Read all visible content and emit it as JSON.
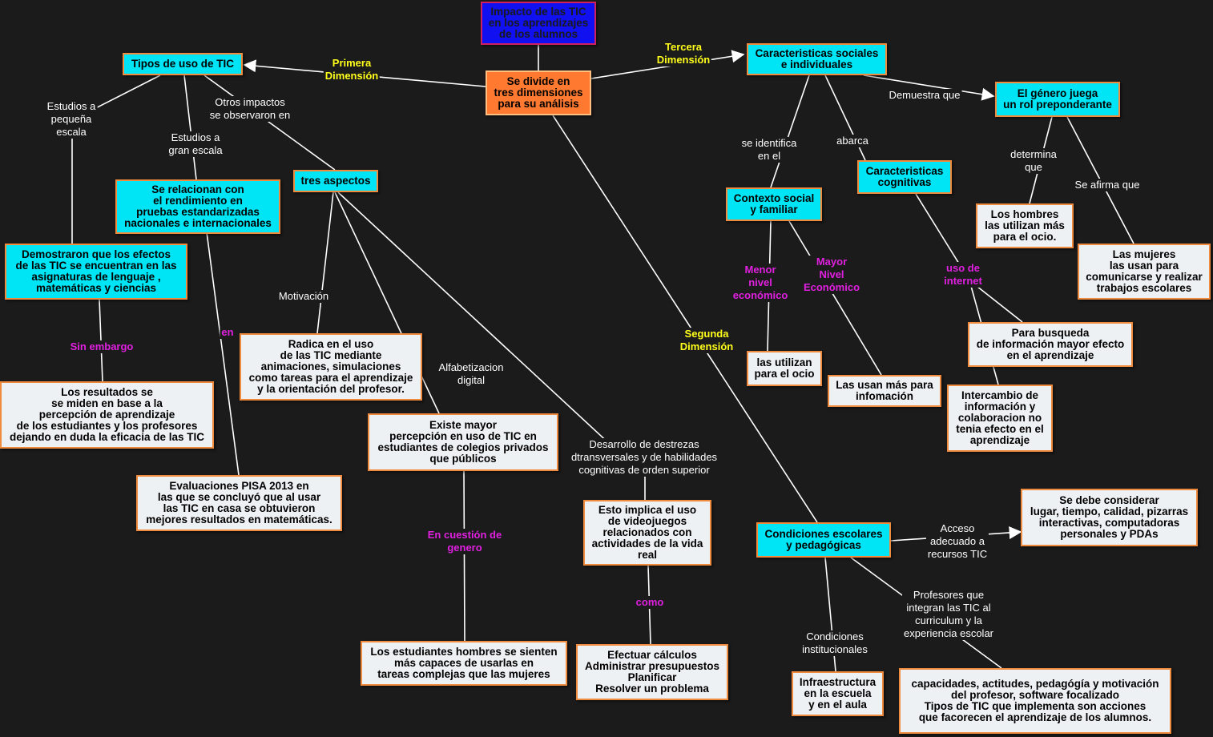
{
  "nodes": {
    "impacto": "Impacto de las TIC\nen los aprendizajes\nde los alumnos",
    "divide": "Se divide en\ntres dimensiones\npara su análisis",
    "tipos": "Tipos de uso de TIC",
    "caracteristicas": "Caracteristicas sociales\ne individuales",
    "genero": "El género juega\nun rol preponderante",
    "relacionan": "Se relacionan con\nel rendimiento en\npruebas estandarizadas\nnacionales e internacionales",
    "tres_aspectos": "tres aspectos",
    "demostraron": "Demostraron que  los efectos\nde las TIC se encuentran en las\nasignaturas de lenguaje ,\nmatemáticas y ciencias",
    "radica": "Radica en el uso\nde las TIC mediante\nanimaciones, simulaciones\ncomo tareas para el aprendizaje\ny la orientación del profesor.",
    "resultados": "Los resultados se\nse miden en base a la\npercepción de aprendizaje\nde los estudiantes y los profesores\ndejando en duda la eficacia de las TIC",
    "existe": "Existe mayor\npercepción en uso de TIC en\nestudiantes de colegios privados\nque públicos",
    "pisa": "Evaluaciones PISA 2013 en\nlas que se concluyó que al usar\nlas TIC en casa se obtuvieron\nmejores resultados en matemáticas.",
    "implica": "Esto implica el uso\nde videojuegos\nrelacionados con\nactividades de la vida\nreal",
    "hombres_sienten": "Los estudiantes hombres se sienten\nmás capaces de usarlas en\ntareas complejas  que las mujeres",
    "efectuar": "Efectuar cálculos\nAdministrar presupuestos\nPlanificar\nResolver un problema",
    "contexto": "Contexto social\ny familiar",
    "cognitivas": "Caracteristicas\ncognitivas",
    "hombres_ocio": "Los hombres\nlas utilizan más\npara el ocio.",
    "mujeres": "Las mujeres\nlas usan para\ncomunicarse y realizar\ntrabajos escolares",
    "utilizan_ocio": "las utilizan\npara el ocio",
    "usan_info": "Las usan más para\ninfomación",
    "busqueda": "Para busqueda\nde información mayor efecto\nen el aprendizaje",
    "intercambio": "Intercambio de\ninformación y\ncolaboracion no\ntenia efecto en el\naprendizaje",
    "condiciones": "Condiciones escolares\ny pedagógicas",
    "considerar": "Se debe considerar\nlugar, tiempo, calidad, pizarras\ninteractivas, computadoras\npersonales y PDAs",
    "infraestructura": "Infraestructura\nen la escuela\ny en el aula",
    "capacidades": "capacidades, actitudes, pedagógía y motivación\ndel profesor, software focalizado\nTipos de TIC que implementa son acciones\nque facorecen el aprendizaje de los alumnos."
  },
  "labels": {
    "primera": "Primera\nDimensión",
    "tercera": "Tercera\nDimensión",
    "segunda": "Segunda\nDimensión",
    "estudios_pequena": "Estudios a\npequeña\nescala",
    "estudios_gran": "Estudios a\ngran escala",
    "otros_impactos": "Otros impactos\nse observaron en",
    "demuestra": "Demuestra que",
    "se_identifica": "se identifica\nen el",
    "abarca": "abarca",
    "determina": "determina\nque",
    "se_afirma": "Se afirma que",
    "motivacion": "Motivación",
    "alfabetizacion": "Alfabetizacion\ndigital",
    "desarrollo": "Desarrollo de destrezas\ndtransversales y de habilidades\ncognitivas de orden superior",
    "sin_embargo": "Sin embargo",
    "en": "en",
    "en_cuestion": "En cuestión de\ngenero",
    "como": "como",
    "menor": "Menor\nnivel\neconómico",
    "mayor": "Mayor\nNivel\nEconómico",
    "uso_internet": "uso de\ninternet",
    "acceso": "Acceso\nadecuado a\nrecursos TIC",
    "profesores": "Profesores que\nintegran las TIC al\ncurriculum y la\nexperiencia escolar",
    "condiciones_inst": "Condiciones\ninstitucionales"
  },
  "colors": {
    "background": "#1c1b1b",
    "cyan_node": "#00e5f5",
    "white_node": "#eef1f3",
    "border": "#f08a3c",
    "line": "#ffffff",
    "yellow_label": "#ffff1a",
    "magenta_label": "#e020e0"
  }
}
